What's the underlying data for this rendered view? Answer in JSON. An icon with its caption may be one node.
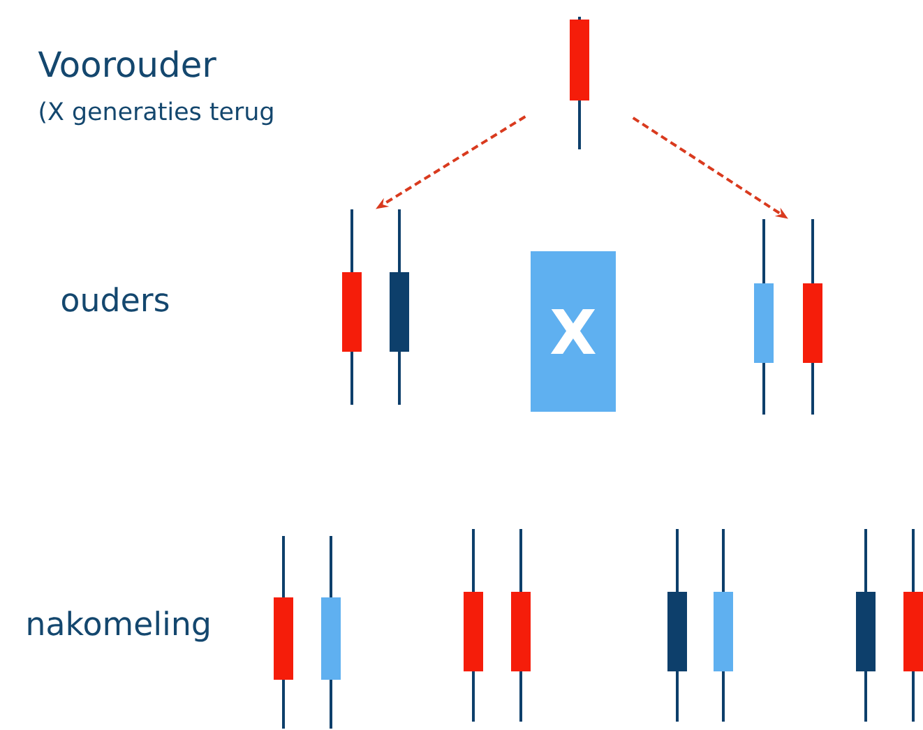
{
  "diagram": {
    "nodes": [
      {
        "text": [],
        "shape": "bar"
      },
      {
        "text": [],
        "shape": "bar"
      },
      {
        "text": [
          "X"
        ]
      },
      {
        "text": [],
        "shape": "bar"
      },
      {
        "text": [],
        "shape": "bar"
      },
      {
        "text": [],
        "shape": "bar"
      },
      {
        "text": [],
        "shape": "bar"
      },
      {
        "text": [],
        "shape": "bar"
      }
    ],
    "edges": [
      {
        "from": 0,
        "to": 1,
        "arrow": "to",
        "style": "dashed",
        "color": "#d93a1e"
      },
      {
        "from": 0,
        "to": 3,
        "arrow": "to",
        "style": "dashed",
        "color": "#d93a1e"
      }
    ],
    "labels": [
      "Voorouder",
      "(X generaties terug",
      "ouders",
      "nakomeling"
    ]
  }
}
